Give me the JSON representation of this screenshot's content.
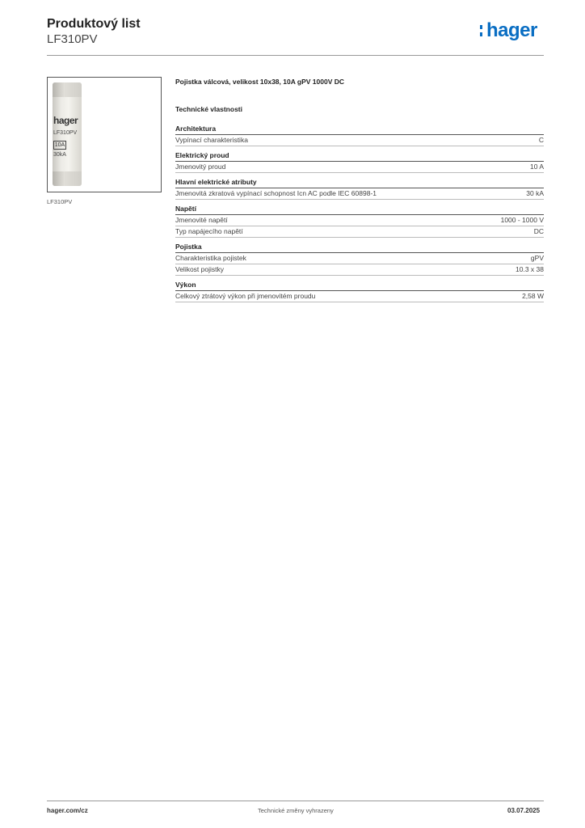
{
  "header": {
    "title": "Produktový list",
    "subtitle": "LF310PV",
    "logo_text": "hager",
    "brand_color": "#0a6ec3"
  },
  "product_image": {
    "caption": "LF310PV",
    "fuse_logo": "hager",
    "fuse_code": "LF310PV",
    "fuse_rating": "10A",
    "fuse_breaking": "30kA"
  },
  "description": "Pojistka válcová, velikost 10x38, 10A gPV 1000V DC",
  "technical_title": "Technické vlastnosti",
  "sections": [
    {
      "title": "Architektura",
      "rows": [
        {
          "label": "Vypínací charakteristika",
          "value": "C"
        }
      ]
    },
    {
      "title": "Elektrický proud",
      "rows": [
        {
          "label": "Jmenovitý proud",
          "value": "10 A"
        }
      ]
    },
    {
      "title": "Hlavní elektrické atributy",
      "rows": [
        {
          "label": "Jmenovitá zkratová vypínací schopnost Icn AC podle IEC 60898-1",
          "value": "30 kA"
        }
      ]
    },
    {
      "title": "Napětí",
      "rows": [
        {
          "label": "Jmenovité napětí",
          "value": "1000 - 1000 V"
        },
        {
          "label": "Typ napájecího napětí",
          "value": "DC"
        }
      ]
    },
    {
      "title": "Pojistka",
      "rows": [
        {
          "label": "Charakteristika pojistek",
          "value": "gPV"
        },
        {
          "label": "Velikost pojistky",
          "value": "10.3 x 38"
        }
      ]
    },
    {
      "title": "Výkon",
      "rows": [
        {
          "label": "Celkový ztrátový výkon při jmenovitém proudu",
          "value": "2,58 W"
        }
      ]
    }
  ],
  "footer": {
    "website": "hager.com/cz",
    "notice": "Technické změny vyhrazeny",
    "date": "03.07.2025"
  }
}
